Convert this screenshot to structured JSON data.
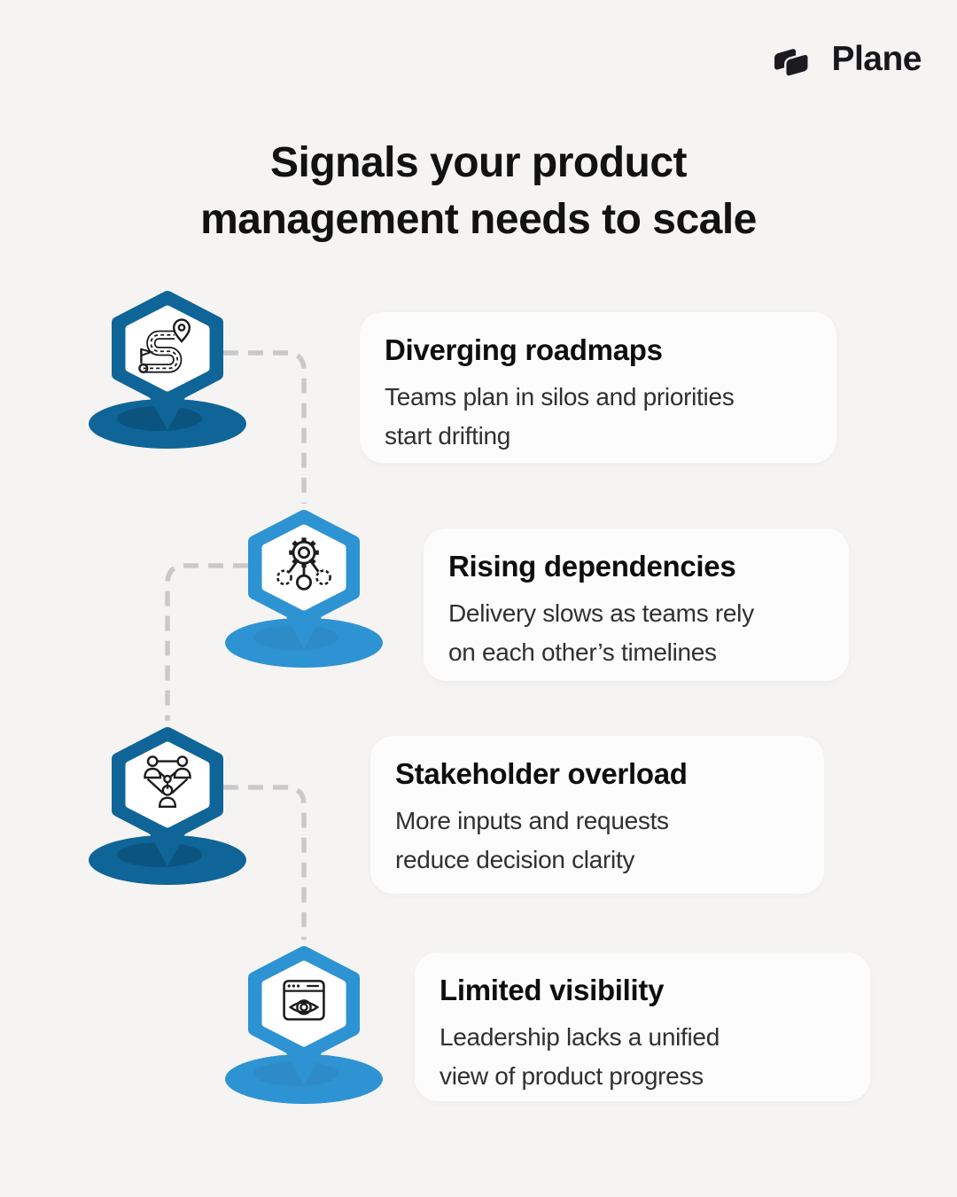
{
  "logo": {
    "brand": "Plane",
    "mark_color": "#1b1b1f"
  },
  "title": {
    "line1": "Signals your product",
    "line2": "management needs to scale"
  },
  "items": [
    {
      "title": "Diverging roadmaps",
      "description": "Teams plan in silos and priorities\nstart drifting",
      "icon": "roadmap-icon",
      "pin_color": "#0f6598",
      "shadow_color": "#0a4a6f"
    },
    {
      "title": "Rising dependencies",
      "description": "Delivery slows as teams rely\non each other’s timelines",
      "icon": "gear-dependencies-icon",
      "pin_color": "#2e93d3",
      "shadow_color": "#2a7fb5"
    },
    {
      "title": "Stakeholder overload",
      "description": "More inputs and requests\nreduce decision clarity",
      "icon": "stakeholder-network-icon",
      "pin_color": "#0f6598",
      "shadow_color": "#0a4a6f"
    },
    {
      "title": "Limited visibility",
      "description": "Leadership lacks a unified\nview of product progress",
      "icon": "browser-eye-icon",
      "pin_color": "#2e93d3",
      "shadow_color": "#2a7fb5"
    }
  ],
  "colors": {
    "background": "#f5f4f2",
    "card_background": "#fcfcfc",
    "connector": "#c9c9c9",
    "dark_pin": "#0f6598",
    "light_pin": "#2e93d3",
    "text_primary": "#121212",
    "text_secondary": "#303030"
  }
}
